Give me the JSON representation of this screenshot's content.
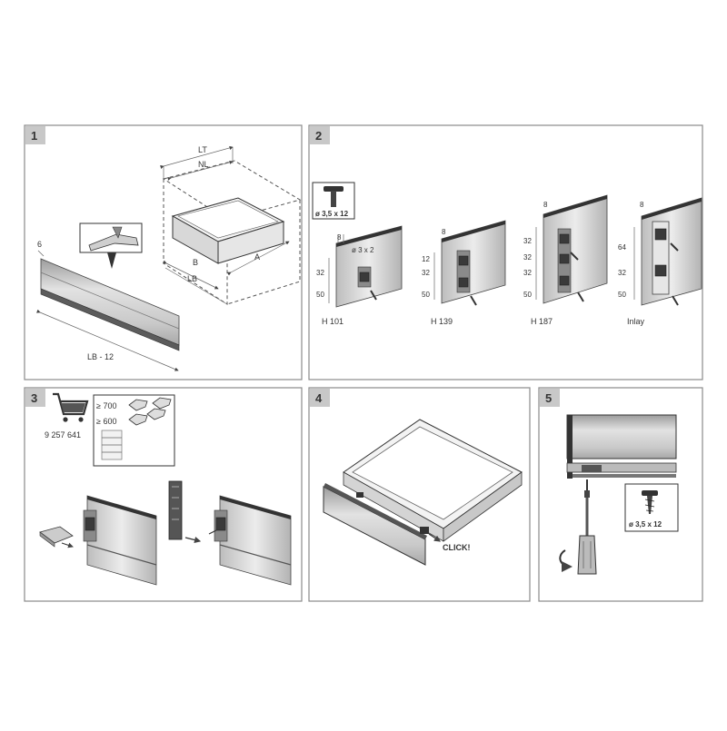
{
  "steps": [
    {
      "number": "1"
    },
    {
      "number": "2"
    },
    {
      "number": "3"
    },
    {
      "number": "4"
    },
    {
      "number": "5"
    }
  ],
  "step1": {
    "dim_lt": "LT",
    "dim_nl": "NL",
    "dim_b": "B",
    "dim_a": "A",
    "dim_lb": "LB",
    "dim_6": "6",
    "dim_lb12": "LB - 12"
  },
  "step2": {
    "screw_label": "ø 3,5 x 12",
    "variants": [
      {
        "name": "H 101",
        "top_dim": "8",
        "hole_label": "ø 3 x 2",
        "dims": [
          "32",
          "50"
        ]
      },
      {
        "name": "H 139",
        "top_dim": "8",
        "dims": [
          "12",
          "32",
          "50"
        ]
      },
      {
        "name": "H 187",
        "top_dim": "8",
        "dims": [
          "32",
          "32",
          "32",
          "50"
        ]
      },
      {
        "name": "Inlay",
        "top_dim": "8",
        "dims": [
          "64",
          "32",
          "50"
        ]
      }
    ]
  },
  "step3": {
    "article_number": "9 257 641",
    "size_700": "≥ 700",
    "size_600": "≥ 600"
  },
  "step4": {
    "click_label": "CLICK!"
  },
  "step5": {
    "screw_label": "ø 3,5 x 12"
  }
}
